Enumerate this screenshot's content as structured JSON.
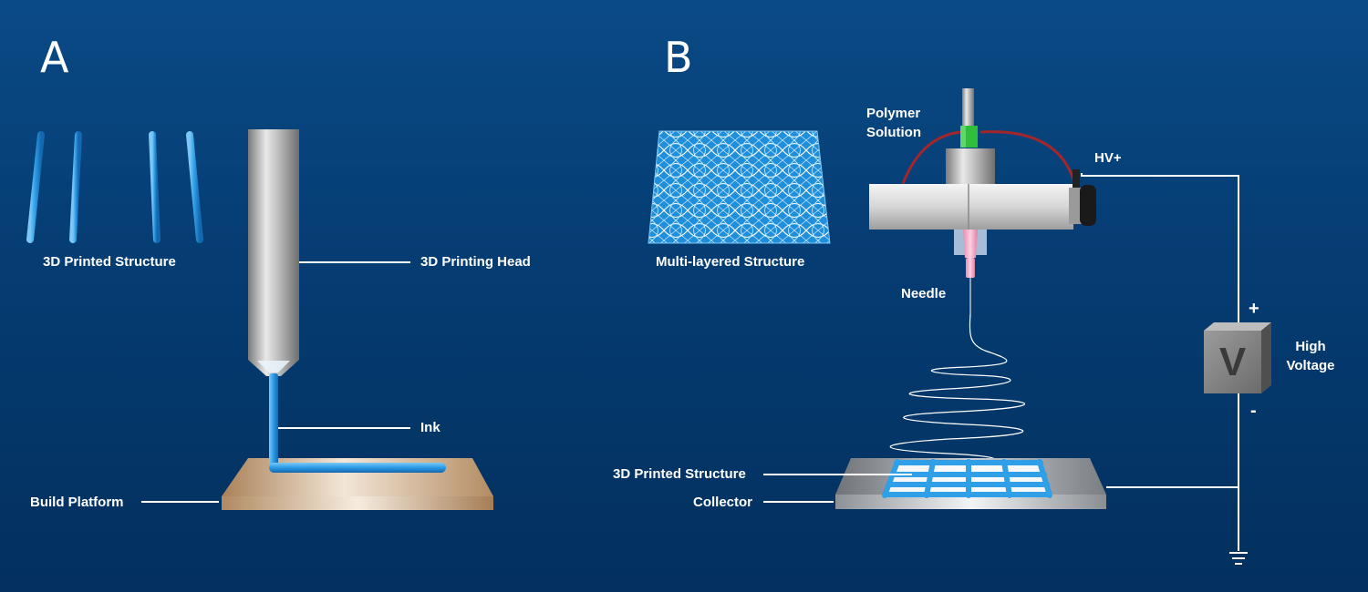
{
  "panel_a": {
    "letter": "A",
    "labels": {
      "structure": "3D Printed Structure",
      "printing_head": "3D Printing Head",
      "ink": "Ink",
      "build_platform": "Build Platform"
    }
  },
  "panel_b": {
    "letter": "B",
    "labels": {
      "multilayer": "Multi-layered Structure",
      "polymer_solution": "Polymer Solution",
      "needle": "Needle",
      "hv_plus": "HV+",
      "high_voltage": "High Voltage",
      "voltage_symbol": "V",
      "plus_sign": "+",
      "minus_sign": "-",
      "printed_structure": "3D Printed Structure",
      "collector": "Collector"
    }
  },
  "colors": {
    "background": "#053c72",
    "grid_blue": "#2f9fe8",
    "platform_bronze": "#c8a27c",
    "collector_steel": "#b9bec4",
    "wire_red": "#a3262b",
    "connector_green": "#2fbf3b",
    "needle_pink": "#f4a6c2",
    "label_white": "#ffffff"
  }
}
